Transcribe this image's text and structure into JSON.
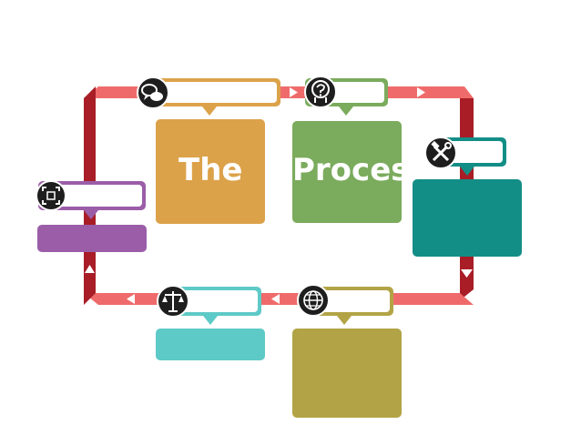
{
  "diagram": {
    "title_words": [
      "The",
      "Process"
    ],
    "colors": {
      "loop_light": "#ef6b6b",
      "loop_dark": "#a81d26",
      "orange": "#dca24a",
      "green": "#7bab5d",
      "teal": "#138e86",
      "purple": "#9b5da8",
      "cyan": "#5ecac7",
      "olive": "#b2a446",
      "icon_bg": "#1e1e1e"
    },
    "steps": [
      {
        "key": "speech",
        "icon": "speech-bubbles-icon",
        "color": "orange"
      },
      {
        "key": "question",
        "icon": "question-head-icon",
        "color": "green"
      },
      {
        "key": "tools",
        "icon": "hammer-wrench-icon",
        "color": "teal"
      },
      {
        "key": "globe",
        "icon": "globe-icon",
        "color": "olive"
      },
      {
        "key": "scales",
        "icon": "scales-icon",
        "color": "cyan"
      },
      {
        "key": "frame",
        "icon": "focus-frame-icon",
        "color": "purple"
      }
    ]
  }
}
